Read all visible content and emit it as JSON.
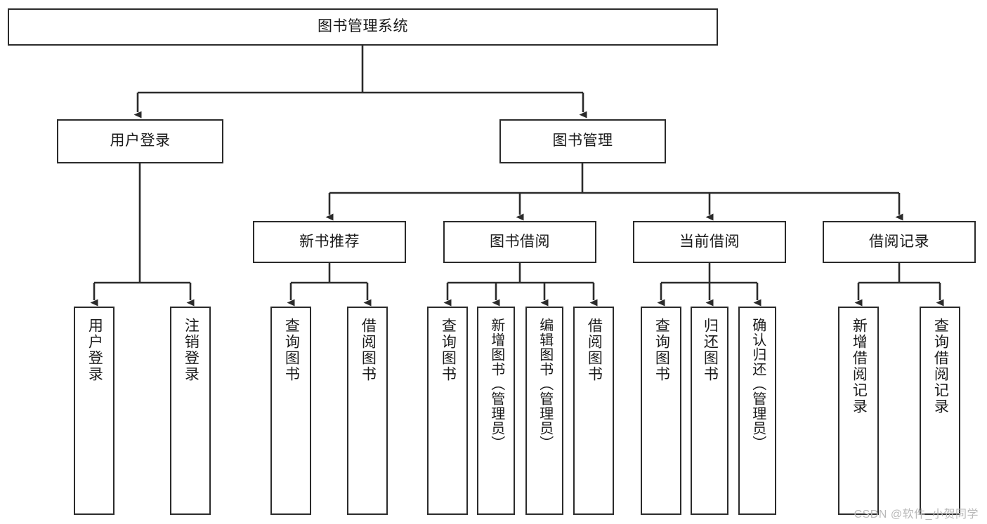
{
  "diagram": {
    "title": "图书管理系统",
    "type": "hierarchy-tree",
    "root": {
      "label": "图书管理系统"
    },
    "level2": [
      {
        "label": "用户登录"
      },
      {
        "label": "图书管理"
      }
    ],
    "level3": [
      {
        "label": "新书推荐"
      },
      {
        "label": "图书借阅"
      },
      {
        "label": "当前借阅"
      },
      {
        "label": "借阅记录"
      }
    ],
    "leaves": [
      {
        "label": "用户登录",
        "parent": "用户登录"
      },
      {
        "label": "注销登录",
        "parent": "用户登录"
      },
      {
        "label": "查询图书",
        "parent": "新书推荐"
      },
      {
        "label": "借阅图书",
        "parent": "新书推荐"
      },
      {
        "label": "查询图书",
        "parent": "图书借阅"
      },
      {
        "label": "新增图书（管理员）",
        "parent": "图书借阅"
      },
      {
        "label": "编辑图书（管理员）",
        "parent": "图书借阅"
      },
      {
        "label": "借阅图书",
        "parent": "图书借阅"
      },
      {
        "label": "查询图书",
        "parent": "当前借阅"
      },
      {
        "label": "归还图书",
        "parent": "当前借阅"
      },
      {
        "label": "确认归还（管理员）",
        "parent": "当前借阅"
      },
      {
        "label": "新增借阅记录",
        "parent": "借阅记录"
      },
      {
        "label": "查询借阅记录",
        "parent": "借阅记录"
      }
    ]
  },
  "watermark": {
    "text": "CSDN @软件_小贺同学"
  },
  "colors": {
    "box_border": "#2b2b2b",
    "connector": "#2b2b2b",
    "background": "#ffffff",
    "text": "#1a1a1a",
    "watermark": "#b9b9b9"
  }
}
